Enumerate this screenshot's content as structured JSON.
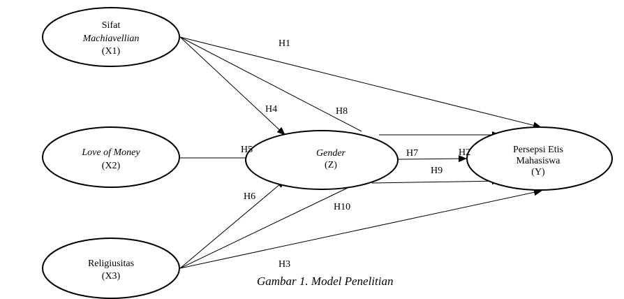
{
  "nodes": {
    "x1": {
      "line1": "Sifat",
      "line2": "Machiavellian",
      "line3": "(X1)"
    },
    "x2": {
      "line1": "Love of Money",
      "line2": "(X2)"
    },
    "x3": {
      "line1": "Religiusitas",
      "line2": "(X3)"
    },
    "z": {
      "line1": "Gender",
      "line2": "(Z)"
    },
    "y": {
      "line1": "Persepsi Etis",
      "line2": "Mahasiswa",
      "line3": "(Y)"
    }
  },
  "hypotheses": {
    "h1": "H1",
    "h2": "H2",
    "h3": "H3",
    "h4": "H4",
    "h5": "H5",
    "h6": "H6",
    "h7": "H7",
    "h8": "H8",
    "h9": "H9",
    "h10": "H10"
  },
  "caption": "Gambar 1. Model Penelitian"
}
